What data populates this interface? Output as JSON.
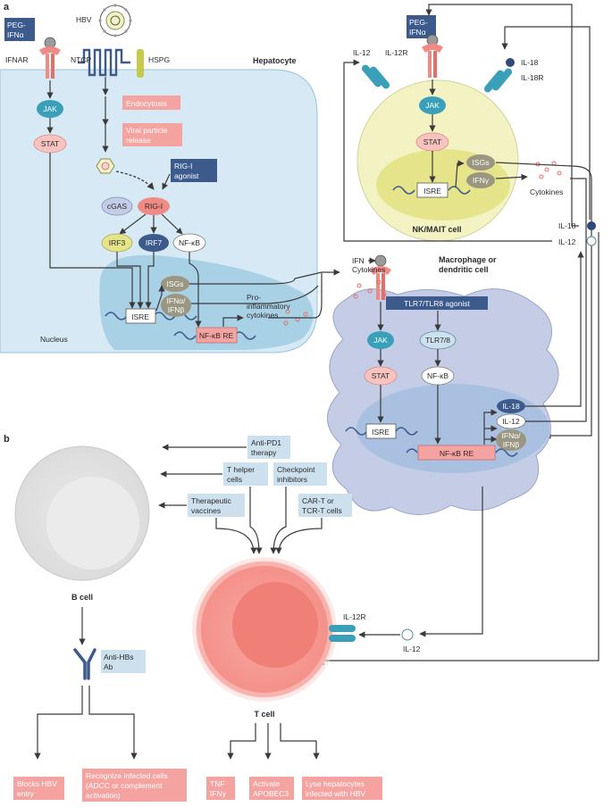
{
  "panel_a": {
    "label": "a",
    "hepatocyte": {
      "title": "Hepatocyte",
      "hbv": "HBV",
      "peg_ifna": [
        "PEG-",
        "IFNα"
      ],
      "ifnar": "IFNAR",
      "ntcp": "NTCP",
      "hspg": "HSPG",
      "jak": "JAK",
      "stat": "STAT",
      "endocytosis": "Endocytosis",
      "viral_release": [
        "Viral particle",
        "release"
      ],
      "rig_agonist": [
        "RIG-I",
        "agonist"
      ],
      "cgas": "cGAS",
      "rig": "RIG-I",
      "irf3": "IRF3",
      "irf7": "IRF7",
      "nfkb": "NF-κB",
      "isgs": "ISGs",
      "ifn": [
        "IFNα/",
        "IFNβ"
      ],
      "isre": "ISRE",
      "pro": [
        "Pro-",
        "inflammatory",
        "cytokines"
      ],
      "nfkb_re": "NF-κB RE",
      "nucleus": "Nucleus"
    },
    "nk": {
      "title": "NK/MAIT cell",
      "peg_ifna": [
        "PEG-",
        "IFNα"
      ],
      "il12": "IL-12",
      "il12r": "IL-12R",
      "il18": "IL-18",
      "il18r": "IL-18R",
      "jak": "JAK",
      "stat": "STAT",
      "isgs": "ISGs",
      "ifng": "IFNγ",
      "isre": "ISRE",
      "cytokines": "Cytokines"
    },
    "side": {
      "il18": "IL-18",
      "il12": "IL-12"
    },
    "mac": {
      "ifn": "IFN",
      "title": [
        "Macrophage or",
        "dendritic cell"
      ],
      "cytokines": "Cytokines",
      "tlr_agonist": "TLR7/TLR8 agonist",
      "jak": "JAK",
      "stat": "STAT",
      "tlr": "TLR7/8",
      "nfkb": "NF-κB",
      "isre": "ISRE",
      "nfkb_re": "NF-κB RE",
      "il18": "IL-18",
      "il12": "IL-12",
      "ifn_ab": [
        "IFNα/",
        "IFNβ"
      ]
    }
  },
  "panel_b": {
    "label": "b",
    "anti_pd1": [
      "Anti-PD1",
      "therapy"
    ],
    "t_helper": [
      "T helper",
      "cells"
    ],
    "checkpoint": [
      "Checkpoint",
      "inhibitors"
    ],
    "vaccines": [
      "Therapeutic",
      "vaccines"
    ],
    "cart": [
      "CAR-T or",
      "TCR-T cells"
    ],
    "b_cell": "B cell",
    "t_cell": "T cell",
    "il12r": "IL-12R",
    "il12": "IL-12",
    "anti_hbs": [
      "Anti-HBs",
      "Ab"
    ],
    "blocks": [
      "Blocks HBV",
      "entry"
    ],
    "recognize": [
      "Recognize infected cells",
      "(ADCC or complement",
      "activation)"
    ],
    "tnf": [
      "TNF",
      "IFNγ"
    ],
    "apobec": [
      "Activate",
      "APOBEC3"
    ],
    "lyse": [
      "Lyse hepatocytes",
      "infected with HBV"
    ]
  },
  "colors": {
    "navy": "#3c5a8c",
    "salmon": "#f4a3a0",
    "light_blue": "#cde0ee",
    "teal": "#3aa0ba",
    "cell_blue": "#d6e9f5",
    "nk_yellow": "#f3f2c2",
    "mac_lavender": "#c5cde6",
    "tcell_pink": "#fad3d0"
  }
}
